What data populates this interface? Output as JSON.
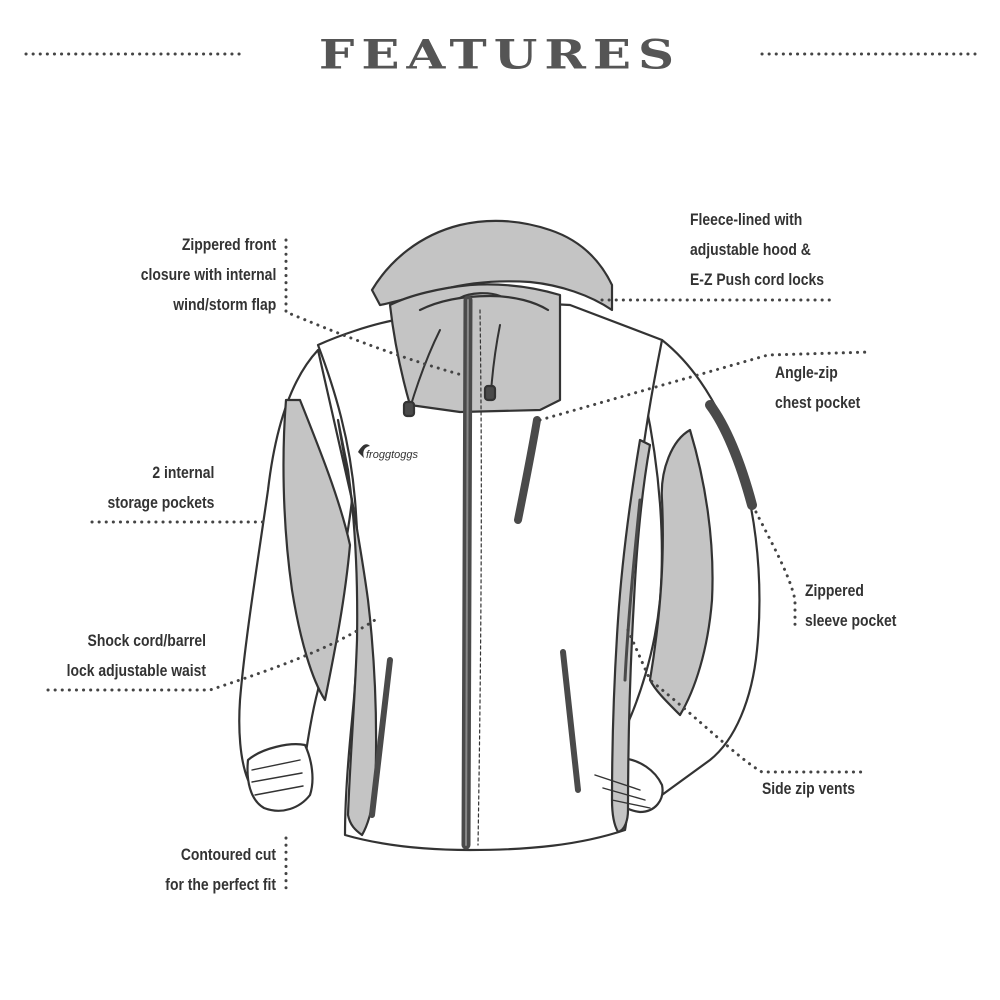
{
  "title": "FEATURES",
  "brand_logo": "froggtoggs",
  "colors": {
    "line": "#333333",
    "panel_gray": "#c4c4c4",
    "title": "#555555",
    "zipper": "#4a4a4a"
  },
  "callouts": [
    {
      "id": "front-closure",
      "lines": [
        "Zippered front",
        "closure with internal",
        "wind/storm flap"
      ]
    },
    {
      "id": "hood",
      "lines": [
        "Fleece-lined with",
        "adjustable hood &",
        "E-Z Push cord locks"
      ]
    },
    {
      "id": "chest-pocket",
      "lines": [
        "Angle-zip",
        "chest pocket"
      ]
    },
    {
      "id": "storage-pockets",
      "lines": [
        "2 internal",
        "storage pockets"
      ]
    },
    {
      "id": "sleeve-pocket",
      "lines": [
        "Zippered",
        "sleeve pocket"
      ]
    },
    {
      "id": "waist",
      "lines": [
        "Shock cord/barrel",
        "lock adjustable waist"
      ]
    },
    {
      "id": "side-vents",
      "lines": [
        "Side zip vents"
      ]
    },
    {
      "id": "cut",
      "lines": [
        "Contoured cut",
        "for the perfect fit"
      ]
    }
  ]
}
